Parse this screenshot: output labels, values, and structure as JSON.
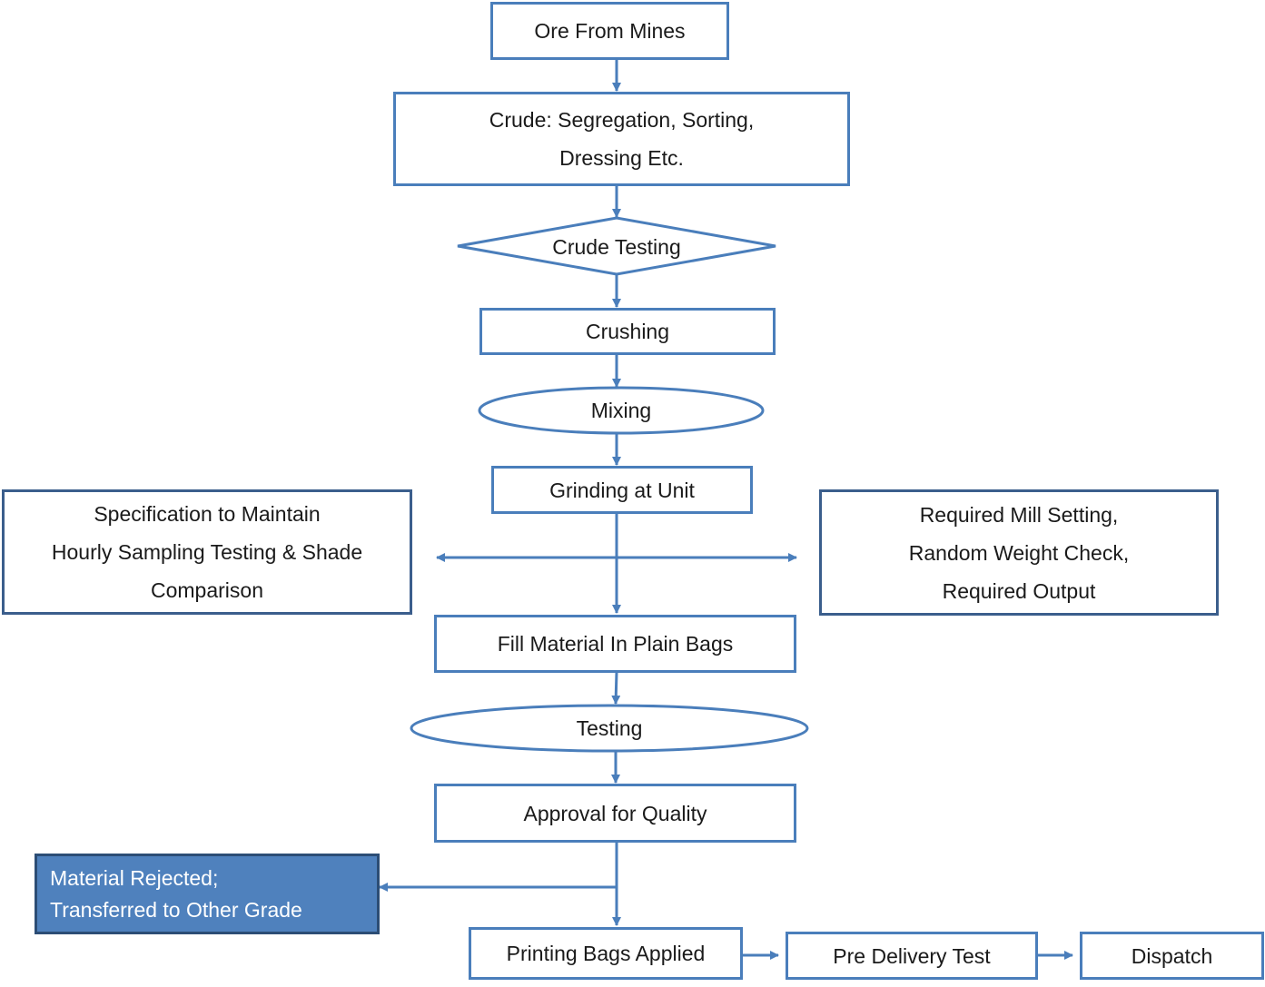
{
  "nodes": {
    "ore_from_mines": "Ore From Mines",
    "crude_segregation": "Crude: Segregation, Sorting,\nDressing  Etc.",
    "crude_testing": "Crude  Testing",
    "crushing": "Crushing",
    "mixing": "Mixing",
    "grinding": "Grinding at Unit",
    "specification": "Specification to Maintain\nHourly Sampling Testing & Shade\nComparison",
    "mill_setting": "Required Mill Setting,\nRandom Weight Check,\nRequired Output",
    "fill_material": "Fill Material In Plain Bags",
    "testing": "Testing",
    "approval": "Approval for Quality",
    "rejected": "Material Rejected;\nTransferred  to Other Grade",
    "printing": "Printing Bags Applied",
    "pre_delivery": "Pre Delivery Test",
    "dispatch": "Dispatch"
  },
  "colors": {
    "line": "#4a7ebb",
    "border": "#4a7ebb",
    "rejected_fill": "#4f81bd"
  }
}
